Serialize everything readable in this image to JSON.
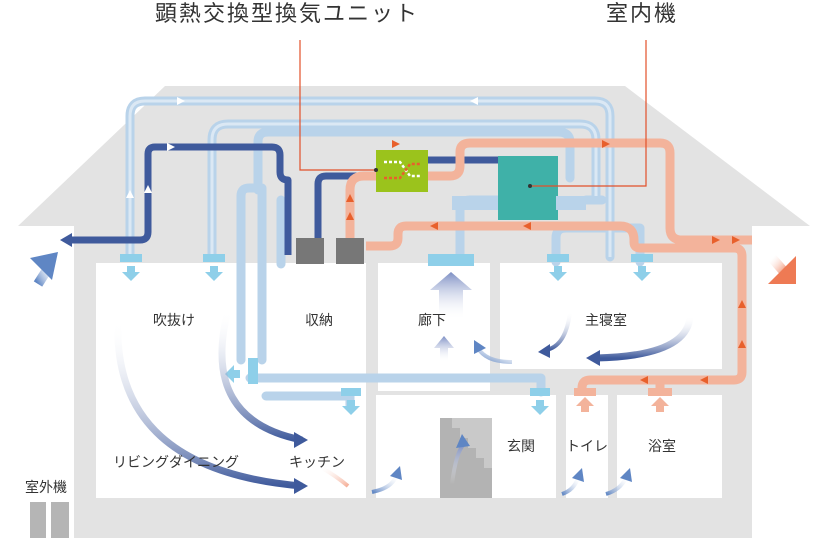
{
  "callouts": {
    "unit": "顕熱交換型換気ユニット",
    "indoor": "室内機",
    "line_color": "#e2502a"
  },
  "rooms": {
    "fukinuke": "吹抜け",
    "shuno": "収納",
    "roka": "廊下",
    "shushinshitsu": "主寝室",
    "living": "リビングダイニング",
    "kitchen": "キッチン",
    "genkan": "玄関",
    "toilet": "トイレ",
    "yokushitsu": "浴室"
  },
  "outdoor_unit": {
    "label": "室外機"
  },
  "colors": {
    "house_fill": "#e3e3e3",
    "room_fill": "#ffffff",
    "supply_duct": "#b9d3ea",
    "return_duct": "#3f5a9c",
    "warm_duct": "#f3b39b",
    "warm_arrow": "#e8602c",
    "vent_unit": "#9bc31c",
    "indoor_unit": "#3fb1a8",
    "outlet": "#8ecfe9"
  }
}
